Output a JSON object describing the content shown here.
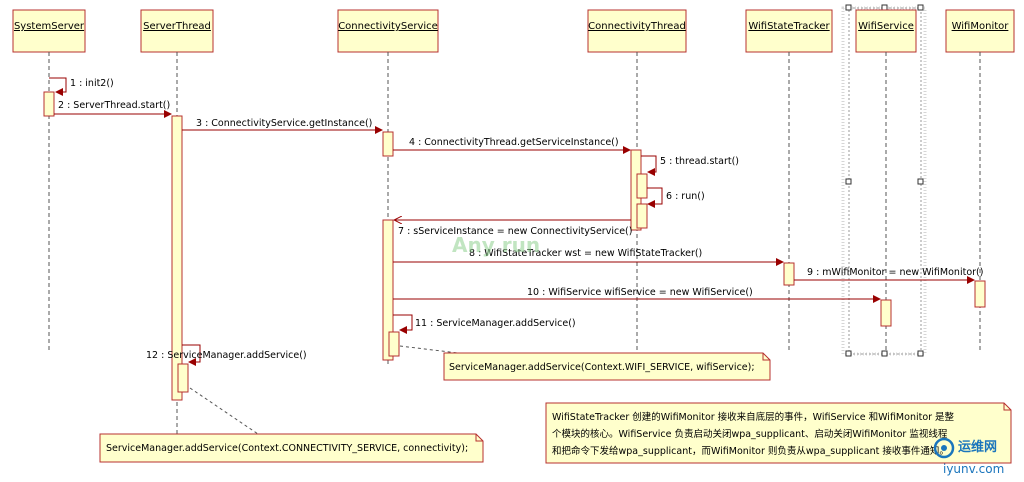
{
  "colors": {
    "box_fill": "#ffffcc",
    "box_stroke": "#b7302f",
    "activation_fill": "#ffffcc",
    "arrow": "#990000",
    "note_stroke": "#b7302f",
    "selection_handle": "#333333"
  },
  "lifelines": [
    {
      "id": "systemserver",
      "name": "SystemServer"
    },
    {
      "id": "serverthread",
      "name": "ServerThread"
    },
    {
      "id": "connectivityservice",
      "name": "ConnectivityService"
    },
    {
      "id": "connectivitythread",
      "name": "ConnectivityThread"
    },
    {
      "id": "wifistatetracker",
      "name": "WifiStateTracker"
    },
    {
      "id": "wifiservice",
      "name": "WifiService"
    },
    {
      "id": "wifimonitor",
      "name": "WifiMonitor"
    }
  ],
  "messages": [
    {
      "num": "1",
      "label": "1 : init2()"
    },
    {
      "num": "2",
      "label": "2 : ServerThread.start()"
    },
    {
      "num": "3",
      "label": "3 : ConnectivityService.getInstance()"
    },
    {
      "num": "4",
      "label": "4 : ConnectivityThread.getServiceInstance()"
    },
    {
      "num": "5",
      "label": "5 : thread.start()"
    },
    {
      "num": "6",
      "label": "6 : run()"
    },
    {
      "num": "7",
      "label": "7 : sServiceInstance = new ConnectivityService()"
    },
    {
      "num": "8",
      "label": "8 : WifiStateTracker wst = new WifiStateTracker()"
    },
    {
      "num": "9",
      "label": "9 : mWifiMonitor = new WifiMonitor()"
    },
    {
      "num": "10",
      "label": "10 : WifiService wifiService = new WifiService()"
    },
    {
      "num": "11",
      "label": "11 : ServiceManager.addService()"
    },
    {
      "num": "12",
      "label": "12 : ServiceManager.addService()"
    }
  ],
  "notes": {
    "wifi_add_service": "ServiceManager.addService(Context.WIFI_SERVICE, wifiService);",
    "connectivity_add_service": "ServiceManager.addService(Context.CONNECTIVITY_SERVICE, connectivity);",
    "summary_lines": [
      "WifiStateTracker 创建的WifiMonitor 接收来自底层的事件，WifiService 和WifiMonitor 是整",
      "个模块的核心。WifiService 负责启动关闭wpa_supplicant、启动关闭WifiMonitor 监视线程",
      "和把命令下发给wpa_supplicant，而WifiMonitor 则负责从wpa_supplicant 接收事件通知。"
    ]
  },
  "watermarks": {
    "center": "Any run",
    "brand": "运维网",
    "url": "iyunv.com"
  }
}
